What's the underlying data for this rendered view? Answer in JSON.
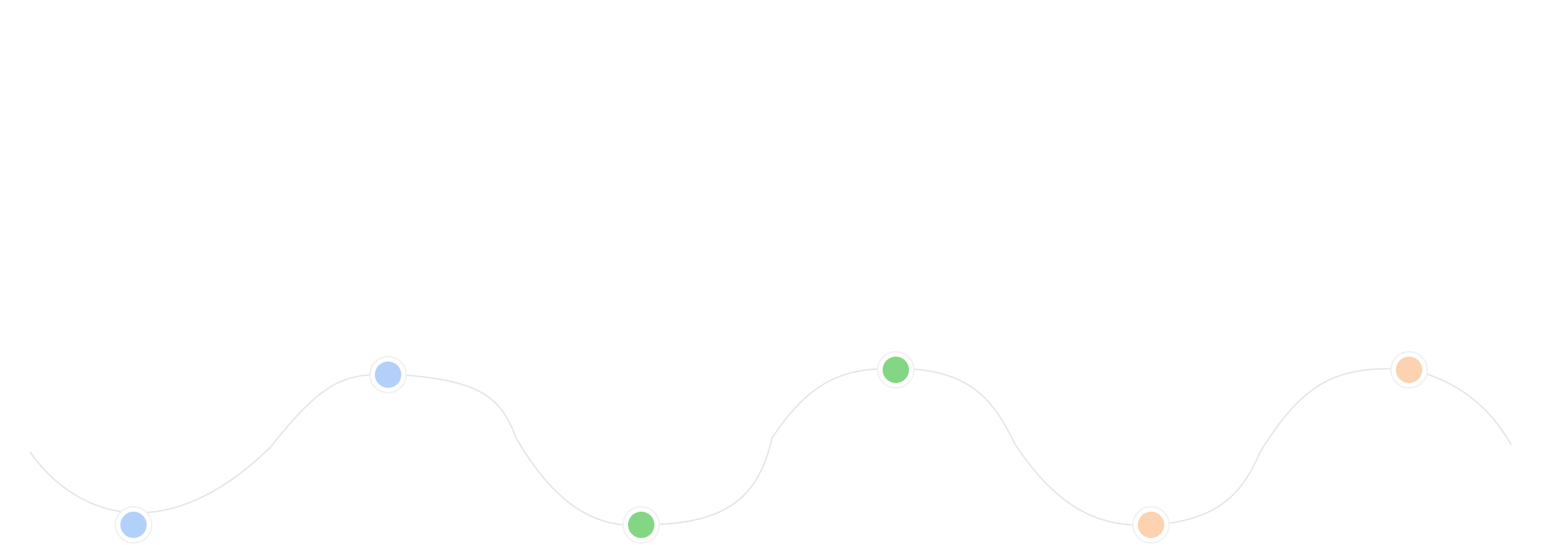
{
  "timeline": {
    "colors": {
      "blue": "#b3d0fb",
      "green": "#83d683",
      "peach": "#fcd2b0",
      "line": "#e4e4e4"
    },
    "nodes": [
      {
        "id": "node-1",
        "color_key": "blue"
      },
      {
        "id": "node-2",
        "color_key": "blue"
      },
      {
        "id": "node-3",
        "color_key": "green"
      },
      {
        "id": "node-4",
        "color_key": "green"
      },
      {
        "id": "node-5",
        "color_key": "peach"
      },
      {
        "id": "node-6",
        "color_key": "peach"
      }
    ]
  }
}
